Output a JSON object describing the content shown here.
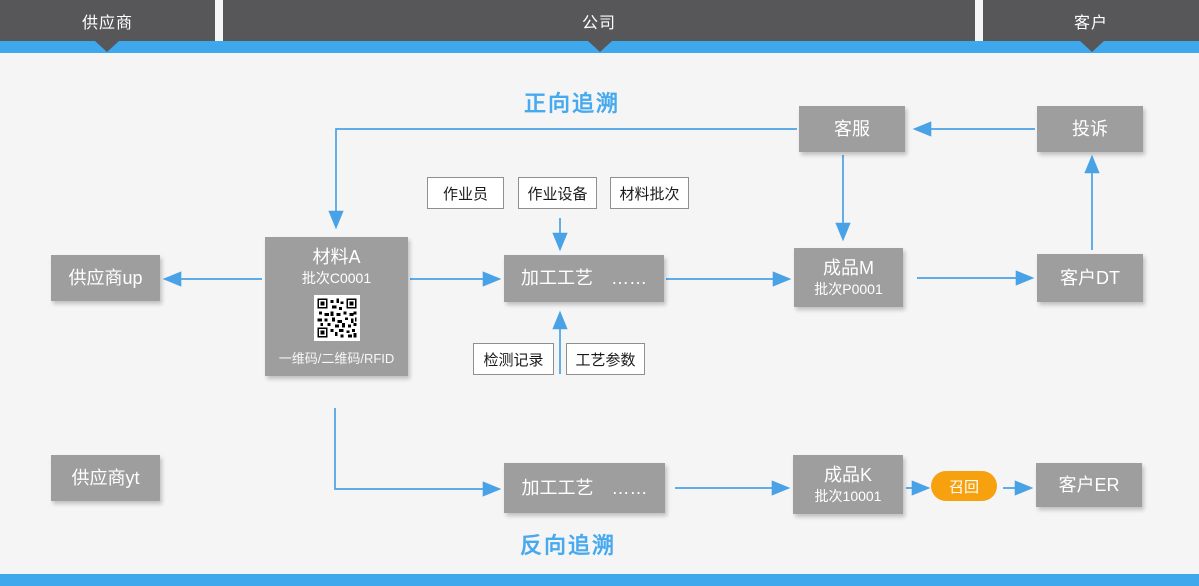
{
  "header": {
    "segments": [
      {
        "label": "供应商"
      },
      {
        "label": "公司"
      },
      {
        "label": "客户"
      }
    ]
  },
  "titles": {
    "forward": "正向追溯",
    "backward": "反向追溯"
  },
  "nodes": {
    "customer_service": {
      "label": "客服"
    },
    "complaint": {
      "label": "投诉"
    },
    "supplier_up": {
      "label": "供应商up"
    },
    "supplier_yt": {
      "label": "供应商yt"
    },
    "material_a": {
      "title": "材料A",
      "batch": "批次C0001",
      "codes": "一维码/二维码/RFID",
      "icon": "qr-code"
    },
    "process_1": {
      "label": "加工工艺　……"
    },
    "process_2": {
      "label": "加工工艺　……"
    },
    "product_m": {
      "title": "成品M",
      "batch": "批次P0001"
    },
    "product_k": {
      "title": "成品K",
      "batch": "批次10001"
    },
    "customer_dt": {
      "label": "客户DT"
    },
    "customer_er": {
      "label": "客户ER"
    },
    "recall": {
      "label": "召回"
    }
  },
  "tags": {
    "operator": "作业员",
    "equipment": "作业设备",
    "material_batch": "材料批次",
    "inspection_record": "检测记录",
    "process_params": "工艺参数"
  },
  "colors": {
    "header_dark": "#57575a",
    "accent_blue": "#3fa8ec",
    "arrow_blue": "#4aa2e6",
    "node_gray": "#9e9e9e",
    "recall_orange": "#f7a10e",
    "background": "#f5f5f6"
  }
}
